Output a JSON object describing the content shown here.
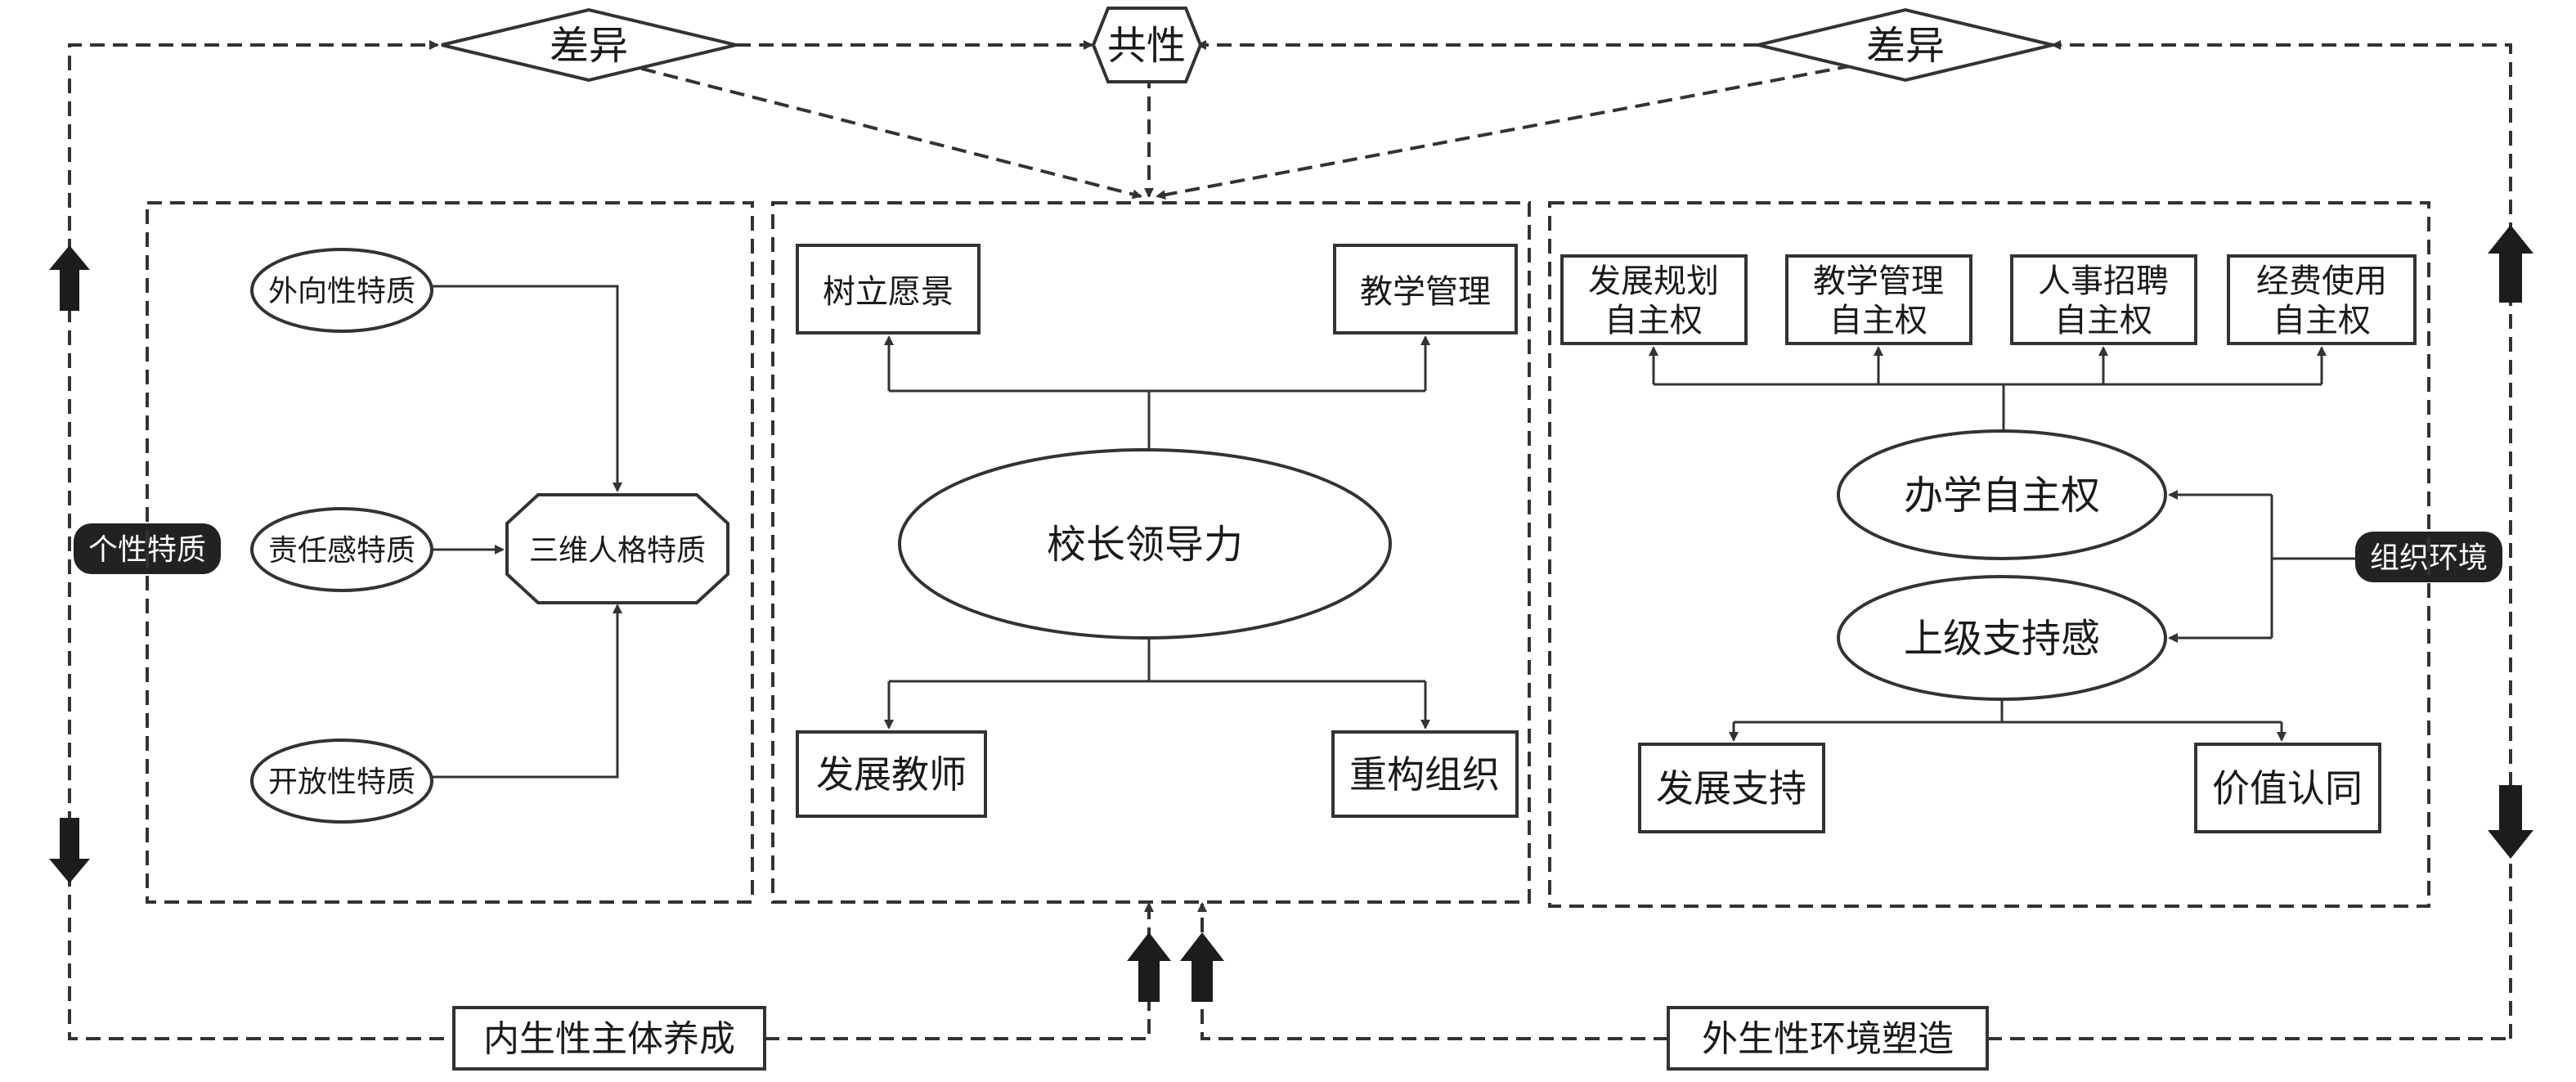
{
  "top": {
    "left_diff": "差异",
    "common": "共性",
    "right_diff": "差异"
  },
  "side": {
    "left_tag": "个性特质",
    "right_tag": "组织环境"
  },
  "bottom": {
    "left_label": "内生性主体养成",
    "right_label": "外生性环境塑造"
  },
  "personality": {
    "traits": [
      "外向性特质",
      "责任感特质",
      "开放性特质"
    ],
    "combined": "三维人格特质"
  },
  "leadership": {
    "center": "校长领导力",
    "top_left": "树立愿景",
    "top_right": "教学管理",
    "bottom_left": "发展教师",
    "bottom_right": "重构组织"
  },
  "environment": {
    "autonomy_items": [
      [
        "发展规划",
        "自主权"
      ],
      [
        "教学管理",
        "自主权"
      ],
      [
        "人事招聘",
        "自主权"
      ],
      [
        "经费使用",
        "自主权"
      ]
    ],
    "autonomy": "办学自主权",
    "support": "上级支持感",
    "outcome_left": "发展支持",
    "outcome_right": "价值认同"
  }
}
